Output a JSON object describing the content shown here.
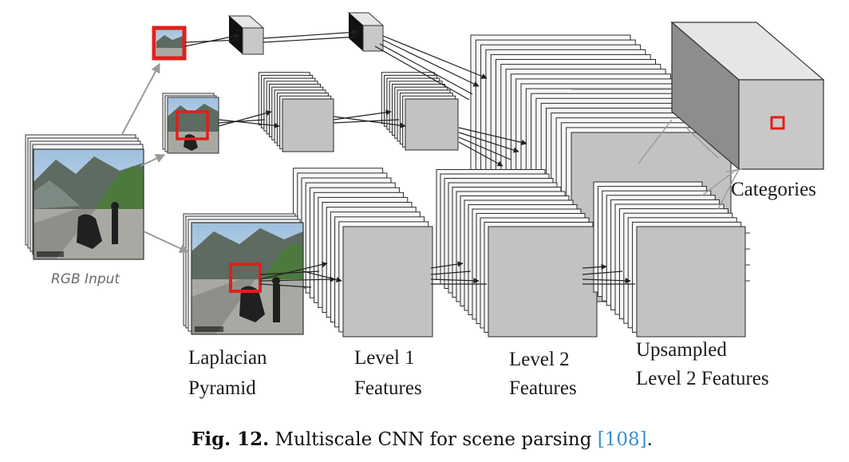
{
  "colors": {
    "stack_fill": "#c4c4c4",
    "stack_stroke": "#2a2a2a",
    "highlight": "#e0201b",
    "arrow": "#222222",
    "input_arrow": "#9a9a9a",
    "dark_cube": "#111111",
    "ref_link": "#3a8fd0"
  },
  "labels": {
    "rgb_input": "RGB Input",
    "laplacian_1": "Laplacian",
    "laplacian_2": "Pyramid",
    "level1_1": "Level 1",
    "level1_2": "Features",
    "level2_1": "Level 2",
    "level2_2": "Features",
    "upsampled_1": "Upsampled",
    "upsampled_2": "Level 2 Features",
    "categories": "Categories"
  },
  "caption": {
    "label": "Fig. 12.",
    "text": " Multiscale CNN for scene parsing ",
    "ref": "[108]",
    "end": "."
  },
  "icons": {
    "photo": "mountain-road-photo",
    "window": "red-highlight-box"
  }
}
